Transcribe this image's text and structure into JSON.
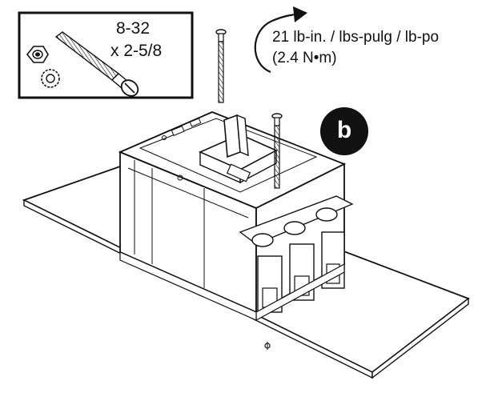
{
  "hardware_callout": {
    "screw_size": "8-32",
    "screw_length": "x 2-5/8"
  },
  "torque_callout": {
    "line1": "21 lb-in. / lbs-pulg / lb-po",
    "line2": "(2.4 N•m)"
  },
  "step": {
    "letter": "b"
  },
  "colors": {
    "ink": "#111111",
    "paper": "#ffffff",
    "badge": "#111111"
  },
  "icons": [
    "nut-icon",
    "lock-washer-icon",
    "screw-icon",
    "rotation-arrow-icon",
    "mounting-hole-icon"
  ]
}
